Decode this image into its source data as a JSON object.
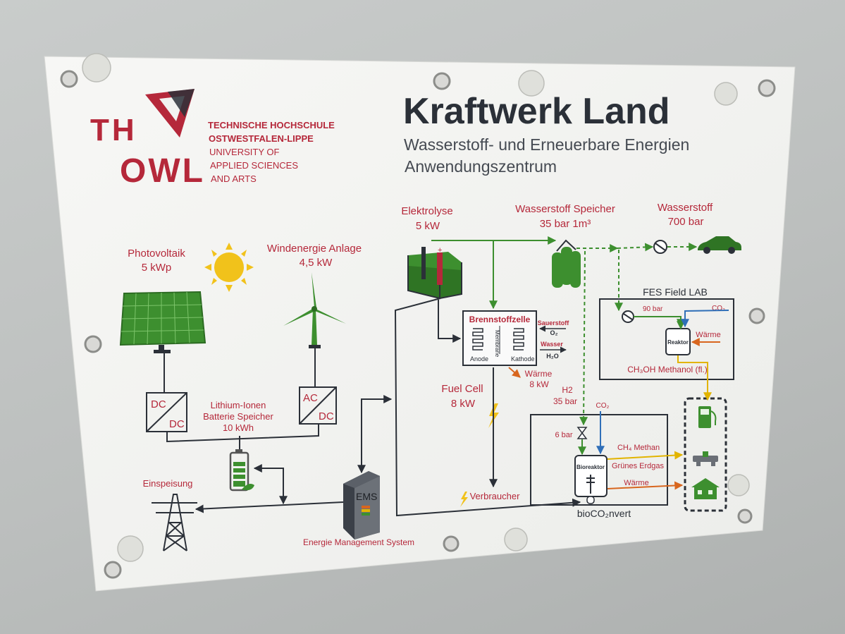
{
  "logo": {
    "th": "TH",
    "owl": "OWL",
    "line1": "TECHNISCHE HOCHSCHULE",
    "line2": "OSTWESTFALEN-LIPPE",
    "line3": "UNIVERSITY OF",
    "line4": "APPLIED SCIENCES",
    "line5": "AND ARTS"
  },
  "header": {
    "title": "Kraftwerk Land",
    "subtitle1": "Wasserstoff- und Erneuerbare Energien",
    "subtitle2": "Anwendungszentrum"
  },
  "labels": {
    "pv1": "Photovoltaik",
    "pv2": "5 kWp",
    "wind1": "Windenergie Anlage",
    "wind2": "4,5 kW",
    "elektrolyse1": "Elektrolyse",
    "elektrolyse2": "5 kW",
    "h2speicher1": "Wasserstoff Speicher",
    "h2speicher2": "35 bar 1m³",
    "h2_1": "Wasserstoff",
    "h2_2": "700 bar",
    "fes": "FES Field LAB",
    "bar90": "90 bar",
    "co2_top": "CO₂",
    "reaktor": "Reaktor",
    "waerme_reaktor": "Wärme",
    "methanol": "CH₃OH Methanol (fl.)",
    "brennstoffzelle": "Brennstoffzelle",
    "membrane": "Membrane",
    "anode": "Anode",
    "kathode": "Kathode",
    "sauerstoff": "Sauerstoff",
    "o2": "O₂",
    "wasser": "Wasser",
    "h2o": "H₂O",
    "waerme_fc1": "Wärme",
    "waerme_fc2": "8 kW",
    "fuelcell1": "Fuel Cell",
    "fuelcell2": "8 kW",
    "h2_35_1": "H2",
    "h2_35_2": "35 bar",
    "bar6": "6 bar",
    "co2_bio": "CO₂",
    "bioreaktor": "Bioreaktor",
    "methan": "CH₄ Methan",
    "erdgas": "Grünes Erdgas",
    "waerme_bio": "Wärme",
    "bioconvert": "bioCO₂nvert",
    "batt1": "Lithium-Ionen",
    "batt2": "Batterie Speicher",
    "batt3": "10 kWh",
    "dc_top": "DC",
    "dc_bottom": "DC",
    "ac_top": "AC",
    "ac_bottom": "DC",
    "einspeisung": "Einspeisung",
    "ems": "EMS",
    "ems_label": "Energie Management System",
    "verbraucher": "Verbraucher"
  },
  "colors": {
    "accent_red": "#b5283a",
    "green": "#3d8f2f",
    "orange": "#d8661e",
    "blue": "#2f6fb8",
    "yellow": "#e2b400",
    "line": "#2b3038"
  }
}
